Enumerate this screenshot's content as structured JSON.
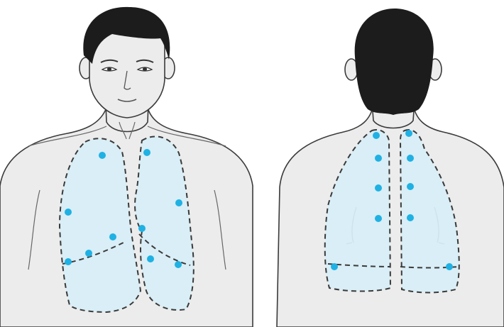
{
  "figure": {
    "views": [
      {
        "view": "anterior",
        "description_visible_text": ""
      },
      {
        "view": "posterior",
        "description_visible_text": ""
      }
    ],
    "colors": {
      "skin": "#ececec",
      "skin_outline": "#3a3a3a",
      "hair": "#1c1c1c",
      "lung_fill": "#d6eef8",
      "lung_outline": "#3a3a3a",
      "auscultation_point": "#1fb1e3"
    },
    "auscultation_points": {
      "anterior_count": 10,
      "posterior_count": 10
    }
  }
}
